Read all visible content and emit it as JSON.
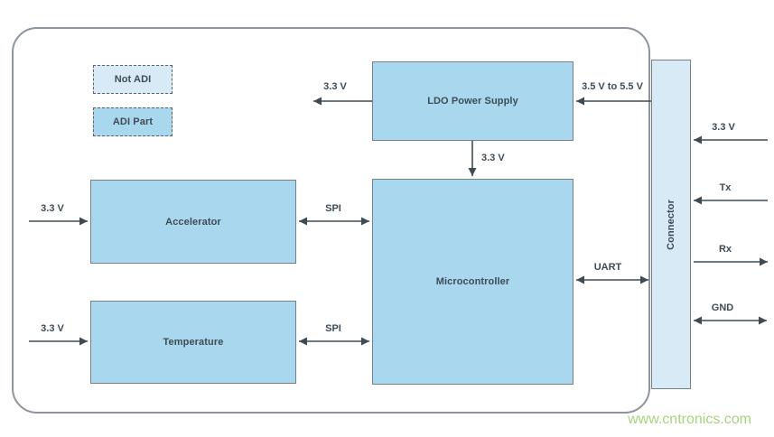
{
  "colors": {
    "block_fill": "#a9d8ee",
    "block_border": "#72828d",
    "light_fill": "#d7eaf5",
    "text": "#3f4b54",
    "arrow": "#3f4b54",
    "board_border": "#8d949b",
    "watermark": "#a6d47e"
  },
  "legend": {
    "not_adi": {
      "label": "Not ADI"
    },
    "adi_part": {
      "label": "ADI Part"
    }
  },
  "blocks": {
    "ldo": {
      "label": "LDO Power Supply"
    },
    "accelerator": {
      "label": "Accelerator"
    },
    "temperature": {
      "label": "Temperature"
    },
    "microcontroller": {
      "label": "Microcontroller"
    },
    "connector": {
      "label": "Connector"
    }
  },
  "signals": {
    "ldo_output": "3.3 V",
    "supply_input": "3.5 V to 5.5 V",
    "ldo_to_mcu": "3.3 V",
    "accelerator_supply": "3.3 V",
    "temperature_supply": "3.3 V",
    "spi_accelerator": "SPI",
    "spi_temperature": "SPI",
    "uart": "UART",
    "connector_33v": "3.3 V",
    "tx": "Tx",
    "rx": "Rx",
    "gnd": "GND"
  },
  "watermark": "www.cntronics.com"
}
